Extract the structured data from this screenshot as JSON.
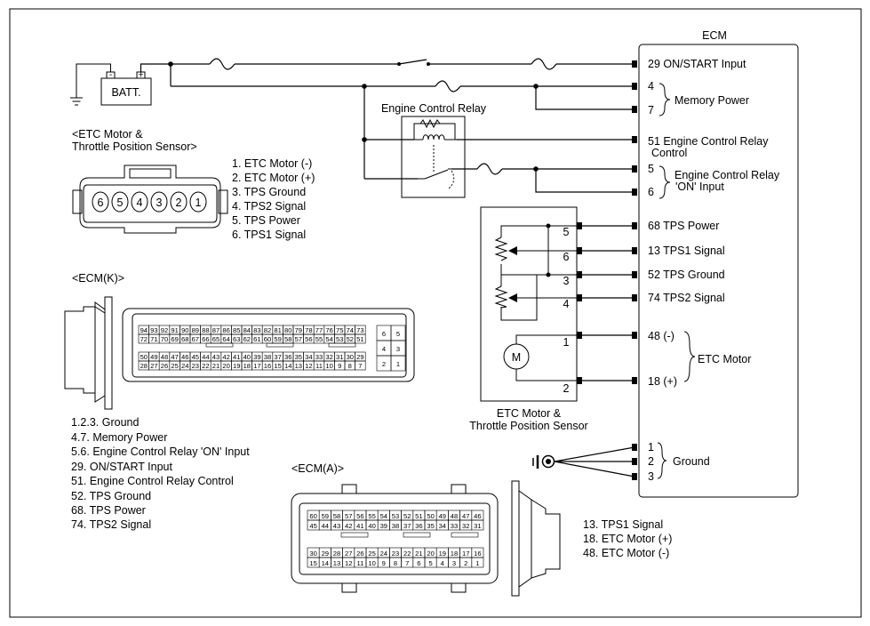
{
  "ecm": {
    "title": "ECM",
    "pins": {
      "on_start": "29 ON/START Input",
      "p4": "4",
      "p7": "7",
      "memory_power": "Memory Power",
      "relay_ctrl_1": "51 Engine Control Relay",
      "relay_ctrl_2": "Control",
      "p5": "5",
      "p6": "6",
      "relay_on_1": "Engine Control Relay",
      "relay_on_2": "'ON' Input",
      "tps_power": "68 TPS Power",
      "tps1": "13 TPS1 Signal",
      "tps_ground": "52 TPS Ground",
      "tps2": "74 TPS2 Signal",
      "etc_minus": "48 (-)",
      "etc_plus": "18 (+)",
      "etc_motor": "ETC Motor",
      "g1": "1",
      "g2": "2",
      "g3": "3",
      "ground": "Ground"
    }
  },
  "battery": {
    "label": "BATT.",
    "minus": "-",
    "plus": "+"
  },
  "relay": {
    "label": "Engine Control Relay"
  },
  "sensor_box": {
    "caption_1": "ETC Motor &",
    "caption_2": "Throttle Position Sensor",
    "pins": [
      "5",
      "6",
      "3",
      "4",
      "1",
      "2"
    ],
    "motor": "M"
  },
  "etc_connector": {
    "title_1": "<ETC Motor &",
    "title_2": "Throttle Position Sensor>",
    "pins": [
      "6",
      "5",
      "4",
      "3",
      "2",
      "1"
    ],
    "legend": [
      "1. ETC Motor (-)",
      "2. ETC Motor (+)",
      "3. TPS Ground",
      "4. TPS2 Signal",
      "5. TPS Power",
      "6. TPS1 Signal"
    ]
  },
  "ecm_k": {
    "title": "<ECM(K)>",
    "row1": [
      "94",
      "93",
      "92",
      "91",
      "90",
      "89",
      "88",
      "87",
      "86",
      "85",
      "84",
      "83",
      "82",
      "81",
      "80",
      "79",
      "78",
      "77",
      "76",
      "75",
      "74",
      "73"
    ],
    "row2": [
      "72",
      "71",
      "70",
      "69",
      "68",
      "67",
      "66",
      "65",
      "64",
      "63",
      "62",
      "61",
      "60",
      "59",
      "58",
      "57",
      "56",
      "55",
      "54",
      "53",
      "52",
      "51"
    ],
    "row3": [
      "50",
      "49",
      "48",
      "47",
      "46",
      "45",
      "44",
      "43",
      "42",
      "41",
      "40",
      "39",
      "38",
      "37",
      "36",
      "35",
      "34",
      "33",
      "32",
      "31",
      "30",
      "29"
    ],
    "row4": [
      "28",
      "27",
      "26",
      "25",
      "24",
      "23",
      "22",
      "21",
      "20",
      "19",
      "18",
      "17",
      "16",
      "15",
      "14",
      "13",
      "12",
      "11",
      "10",
      "9",
      "8",
      "7"
    ],
    "side": [
      "6",
      "5",
      "4",
      "3",
      "2",
      "1"
    ],
    "legend": [
      "1.2.3. Ground",
      "4.7. Memory Power",
      "5.6. Engine Control Relay 'ON' Input",
      "29. ON/START Input",
      "51. Engine Control Relay Control",
      "52. TPS Ground",
      "68. TPS Power",
      "74. TPS2 Signal"
    ]
  },
  "ecm_a": {
    "title": "<ECM(A)>",
    "row1": [
      "60",
      "59",
      "58",
      "57",
      "56",
      "55",
      "54",
      "53",
      "52",
      "51",
      "50",
      "49",
      "48",
      "47",
      "46"
    ],
    "row2": [
      "45",
      "44",
      "43",
      "42",
      "41",
      "40",
      "39",
      "38",
      "37",
      "36",
      "35",
      "34",
      "33",
      "32",
      "31"
    ],
    "row3": [
      "30",
      "29",
      "28",
      "27",
      "26",
      "25",
      "24",
      "23",
      "22",
      "21",
      "20",
      "19",
      "18",
      "17",
      "16"
    ],
    "row4": [
      "15",
      "14",
      "13",
      "12",
      "11",
      "10",
      "9",
      "8",
      "7",
      "6",
      "5",
      "4",
      "3",
      "2",
      "1"
    ],
    "legend": [
      "13. TPS1 Signal",
      "18. ETC Motor (+)",
      "48. ETC Motor (-)"
    ]
  }
}
